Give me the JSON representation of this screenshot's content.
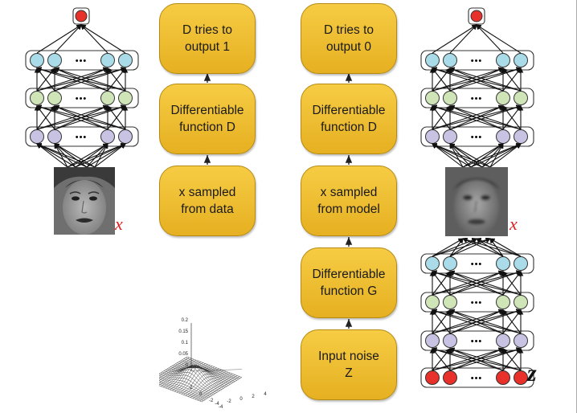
{
  "discriminator_real": {
    "top": "D tries to\noutput 1",
    "middle": "Differentiable\nfunction D",
    "bottom": "x sampled\nfrom data"
  },
  "discriminator_fake": {
    "top": "D tries to\noutput 0",
    "middle": "Differentiable\nfunction D",
    "bottom": "x sampled\nfrom model"
  },
  "generator": {
    "function_label": "Differentiable\nfunction G",
    "input_label": "Input noise\nZ"
  },
  "symbols": {
    "x_left": "x",
    "x_right": "x",
    "z": "z",
    "dots": "•••"
  },
  "colors": {
    "box_fill": "#eebd2f",
    "arrow": "#222222",
    "output_unit": "#e8312a",
    "layer_blue": "#a9dbe8",
    "layer_green": "#cfe5b7",
    "layer_purple": "#c9c3e3",
    "noise_unit": "#e8312a",
    "x_label": "#e02020",
    "z_label": "#111111"
  },
  "icons": {
    "real_face": "grayscale-face-photo",
    "generated_face": "blurry-generated-face-photo",
    "noise_distribution": "3d-gaussian-surface-plot"
  },
  "surface_plot_ticks": {
    "z": [
      "0.2",
      "0.15",
      "0.1",
      "0.05",
      "0"
    ],
    "x": [
      "2",
      "0",
      "-2",
      "-4"
    ],
    "y": [
      "4",
      "2",
      "0",
      "-2",
      "-4"
    ]
  }
}
